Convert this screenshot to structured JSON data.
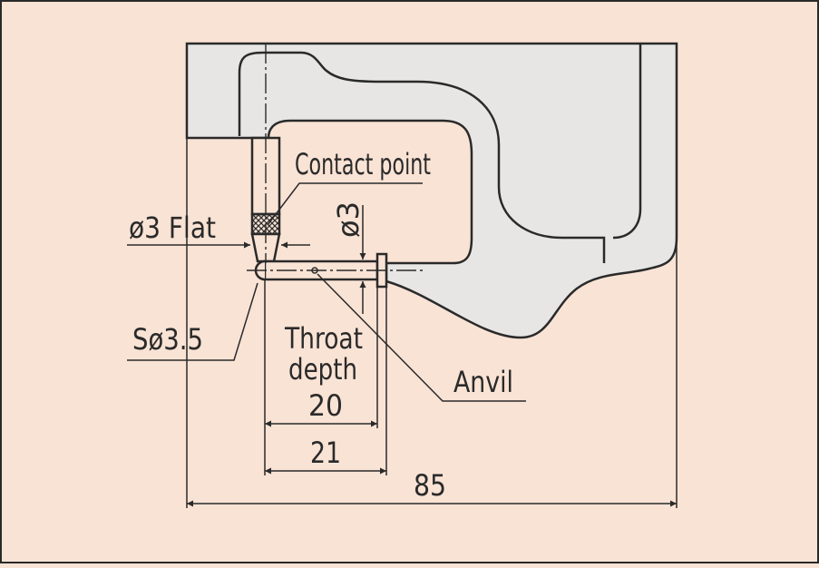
{
  "colors": {
    "background": "#f9e3d5",
    "body_fill": "#e8e6e5",
    "line": "#2a2a2a",
    "hatch": "#2a2a2a"
  },
  "labels": {
    "contact_point": "Contact point",
    "flat": "ø3 Flat",
    "sphere": "Sø3.5",
    "anvil_dia": "ø3",
    "throat_line1": "Throat",
    "throat_line2": "depth",
    "anvil": "Anvil"
  },
  "dimensions": {
    "throat_depth": "20",
    "inner_width": "21",
    "overall_width": "85"
  }
}
